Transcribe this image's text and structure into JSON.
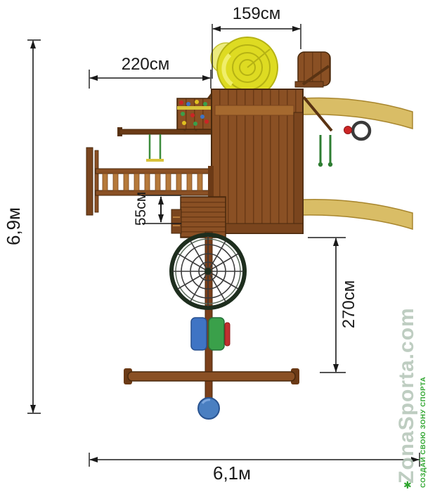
{
  "diagram": {
    "title": "playground-top-view-dimension-drawing",
    "dimensions": {
      "top_width": "159см",
      "upper_width": "220см",
      "total_height": "6,9м",
      "step_height": "55см",
      "right_height": "270см",
      "total_width": "6,1м"
    },
    "watermark": {
      "site": "ZonaSporta.com",
      "slogan": "СОЗДАЙ СВОЮ ЗОНУ СПОРТА",
      "star": "✱"
    },
    "colors": {
      "dimension_line": "#1a1a1a",
      "wood_main": "#8a5024",
      "wood_dark": "#6b3a16",
      "wood_outline": "#49290d",
      "slide_yellow": "#dedb22",
      "beam_yellow": "#d9bd66",
      "ball_blue": "#4a7fc1",
      "seat_blue": "#3f74c4",
      "seat_green": "#3aa04a",
      "accent_red": "#cc2525",
      "rope_green": "#2e7d32",
      "watermark_green": "#b7c8bb",
      "stamp_green": "#2ea52e"
    }
  }
}
